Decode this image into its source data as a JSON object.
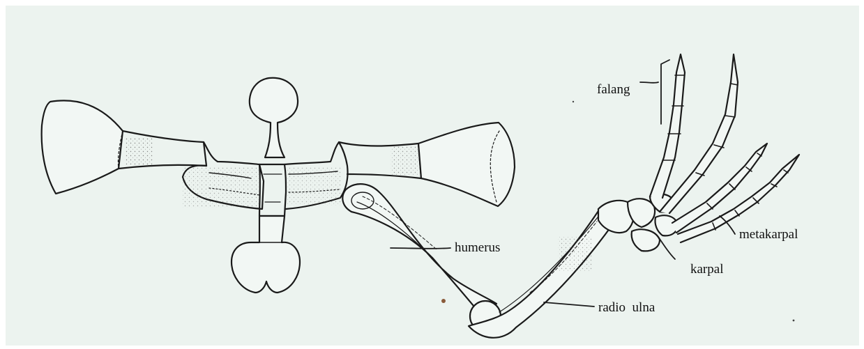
{
  "labels": {
    "falang": "falang",
    "humerus": "humerus",
    "metakarpal": "metakarpal",
    "karpal": "karpal",
    "radio_ulna": "radio  ulna"
  },
  "colors": {
    "paper": "#ecf3ef",
    "ink": "#1a1a1a",
    "stipple": "#6a6a6a"
  }
}
